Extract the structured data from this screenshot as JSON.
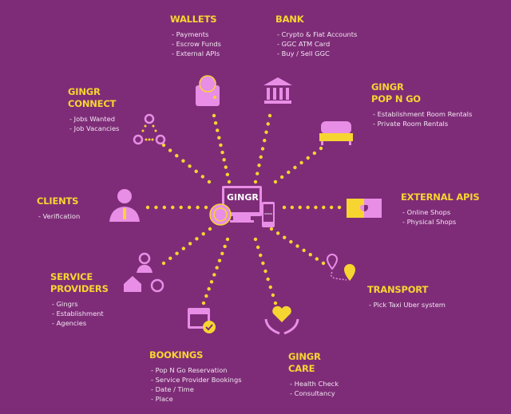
{
  "colors": {
    "background": "#7e2c78",
    "accent": "#f7d531",
    "icon": "#e98ee6"
  },
  "center": {
    "logo": "GINGR",
    "phone_label": "GINGR"
  },
  "nodes": {
    "wallets": {
      "title": "WALLETS",
      "items": [
        "- Payments",
        "- Escrow Funds",
        "- External APIs"
      ],
      "icon": "wallet-icon"
    },
    "bank": {
      "title": "BANK",
      "items": [
        "- Crypto & Fiat Accounts",
        "- GGC ATM Card",
        "- Buy / Sell GGC"
      ],
      "icon": "bank-icon"
    },
    "connect": {
      "title": "GINGR\nCONNECT",
      "items": [
        "- Jobs Wanted",
        "- Job Vacancies"
      ],
      "icon": "network-icon"
    },
    "popngo": {
      "title": "GINGR\nPOP N GO",
      "items": [
        "- Establishment Room Rentals",
        "- Private Room Rentals"
      ],
      "icon": "bed-icon"
    },
    "clients": {
      "title": "CLIENTS",
      "items": [
        "- Verification"
      ],
      "icon": "user-icon"
    },
    "external": {
      "title": "EXTERNAL APIS",
      "items": [
        "- Online Shops",
        "- Physical Shops"
      ],
      "icon": "puzzle-icon"
    },
    "service": {
      "title": "SERVICE\nPROVIDERS",
      "items": [
        "- Gingrs",
        "- Establishment",
        "- Agencies"
      ],
      "icon": "providers-icon"
    },
    "transport": {
      "title": "TRANSPORT",
      "items": [
        "- Pick Taxi Uber system"
      ],
      "icon": "map-pin-icon"
    },
    "bookings": {
      "title": "BOOKINGS",
      "items": [
        "- Pop N Go Reservation",
        "- Service Provider Bookings",
        "- Date / Time",
        "- Place"
      ],
      "icon": "calendar-icon"
    },
    "care": {
      "title": "GINGR\nCARE",
      "items": [
        "- Health Check",
        "- Consultancy"
      ],
      "icon": "heart-hands-icon"
    }
  }
}
